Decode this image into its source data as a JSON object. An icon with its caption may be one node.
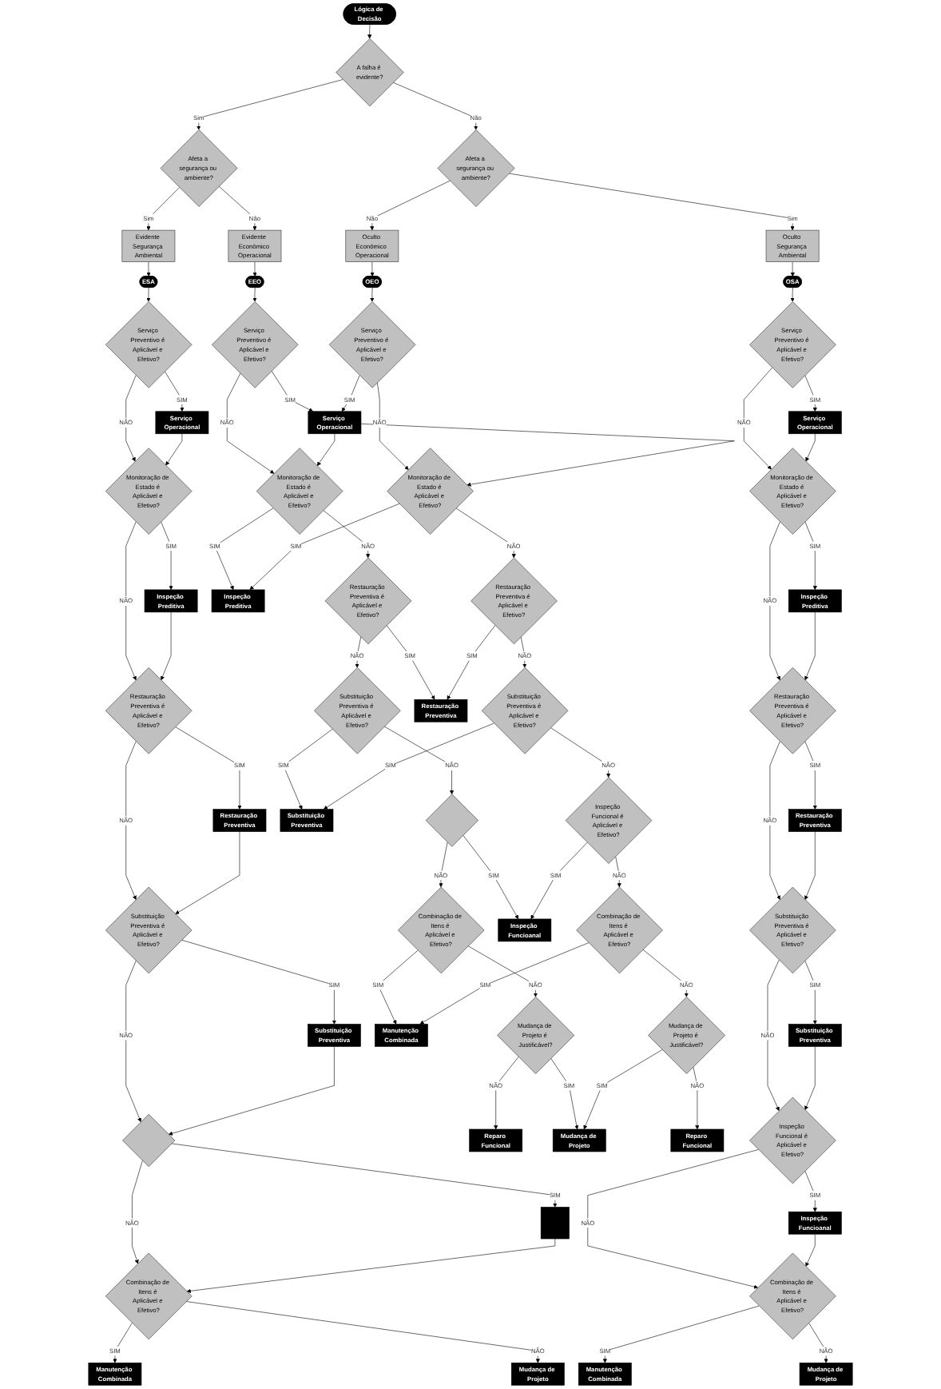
{
  "diagram": {
    "nodes": [
      {
        "text": [
          "Lógica de Decisão"
        ]
      },
      {
        "text": [
          "A falha é evidente?"
        ]
      },
      {
        "text": [
          "Afeta a segurança ou ambiente?"
        ]
      },
      {
        "text": [
          "Afeta a segurança ou ambiente?"
        ]
      },
      {
        "text": [
          "Evidente Segurança Ambiental"
        ]
      },
      {
        "text": [
          "Evidente Econômico Operacional"
        ]
      },
      {
        "text": [
          "Oculto Econômico Operacional"
        ]
      },
      {
        "text": [
          "Oculto Segurança Ambiental"
        ]
      },
      {
        "text": [
          "ESA"
        ]
      },
      {
        "text": [
          "EEO"
        ]
      },
      {
        "text": [
          "OEO"
        ]
      },
      {
        "text": [
          "OSA"
        ]
      },
      {
        "text": [
          "Serviço Operacional"
        ]
      },
      {
        "text": [
          "Serviço Preventivo é Aplicável e Efetivo?"
        ]
      },
      {
        "text": [
          "Serviço Preventivo é Aplicável e Efetivo?"
        ]
      },
      {
        "text": [
          "Serviço Operacional"
        ]
      },
      {
        "text": [
          "Serviço Preventivo é Aplicável e Efetivo?"
        ]
      },
      {
        "text": [
          "Serviço Preventivo é Aplicável e Efetivo?"
        ]
      },
      {
        "text": [
          "Serviço Operacional"
        ]
      },
      {
        "text": [
          "Inspeção Preditiva"
        ]
      },
      {
        "text": [
          "Monitoração de Estado é Aplicável e Efetivo?"
        ]
      },
      {
        "text": [
          "Monitoração de Estado é Aplicável e Efetivo?"
        ]
      },
      {
        "text": [
          "Inspeção Preditiva"
        ]
      },
      {
        "text": [
          "Monitoração de Estado é Aplicável e Efetivo?"
        ]
      },
      {
        "text": [
          "Monitoração de Estado é Aplicável e Efetivo?"
        ]
      },
      {
        "text": [
          "Inspeção Preditiva"
        ]
      },
      {
        "text": [
          "Restauração Preventiva"
        ]
      },
      {
        "text": [
          "Restauração Preventiva é Aplicável e Efetivo?"
        ]
      },
      {
        "text": [
          "Restauração Preventiva é Aplicável e Efetivo?"
        ]
      },
      {
        "text": [
          "Restauração Preventiva"
        ]
      },
      {
        "text": [
          "Restauração Preventiva é Aplicável e Efetivo?"
        ]
      },
      {
        "text": [
          "Restauração Preventiva é Aplicável e Efetivo?"
        ]
      },
      {
        "text": [
          "Restauração Preventiva"
        ]
      },
      {
        "text": [
          "Substituição Preventiva"
        ]
      },
      {
        "text": [
          "Substituição Preventiva é Aplicável e Efetivo?"
        ]
      },
      {
        "text": [
          "Substituição Preventiva é Aplicável e Efetivo?"
        ]
      },
      {
        "text": [
          "Substituição Preventiva"
        ]
      },
      {
        "text": [
          "Substituição Preventiva é Aplicável e Efetivo?"
        ]
      },
      {
        "text": [
          "Substituição Preventiva é Aplicável e Efetivo?"
        ]
      },
      {
        "text": [
          "Substituição Preventiva"
        ]
      },
      {
        "text": [],
        "shape": "box"
      },
      {
        "text": [],
        "shape": "diamond"
      },
      {
        "text": [],
        "shape": "diamond"
      },
      {
        "text": [
          "Inspeção Funcioanal"
        ]
      },
      {
        "text": [
          "Inspeção Funcional é Aplicável e Efetivo?"
        ]
      },
      {
        "text": [
          "Inspeção Funcional é Aplicável e Efetivo?"
        ]
      },
      {
        "text": [
          "Inspeção Funcioanal"
        ]
      },
      {
        "text": [
          "Manutenção Combinada"
        ]
      },
      {
        "text": [
          "Combinação de Itens é Aplicável e Efetivo?"
        ]
      },
      {
        "text": [
          "Combinação de Itens é Aplicável e Efetivo?"
        ]
      },
      {
        "text": [
          "Manutenção Combinada"
        ]
      },
      {
        "text": [
          "Combinação de Itens é Aplicável e Efetivo?"
        ]
      },
      {
        "text": [
          "Combinação de Itens é Aplicável e Efetivo?"
        ]
      },
      {
        "text": [
          "Manutenção Combinada"
        ]
      },
      {
        "text": [
          "Mudança de Projeto"
        ]
      },
      {
        "text": [
          "Mudança de Projeto é Justificável?"
        ]
      },
      {
        "text": [
          "Mudança de Projeto"
        ]
      },
      {
        "text": [
          "Mudança de Projeto é Justificável?"
        ]
      },
      {
        "text": [
          "Mudança de Projeto"
        ]
      },
      {
        "text": [
          "Reparo Funcional"
        ]
      },
      {
        "text": [
          "Reparo Funcional"
        ]
      }
    ],
    "edges": [
      {
        "from": 0,
        "to": 1,
        "arrow": "to"
      },
      {
        "from": 1,
        "to": 2,
        "arrow": "to",
        "label": "Sim"
      },
      {
        "from": 1,
        "to": 3,
        "arrow": "to",
        "label": "Não"
      },
      {
        "from": 2,
        "to": 4,
        "arrow": "to",
        "label": "Sim"
      },
      {
        "from": 2,
        "to": 5,
        "arrow": "to",
        "label": "Não"
      },
      {
        "from": 3,
        "to": 6,
        "arrow": "to",
        "label": "Não"
      },
      {
        "from": 3,
        "to": 7,
        "arrow": "to",
        "label": "Sim"
      },
      {
        "from": 4,
        "to": 8,
        "arrow": "to"
      },
      {
        "from": 5,
        "to": 9,
        "arrow": "to"
      },
      {
        "from": 6,
        "to": 10,
        "arrow": "to"
      },
      {
        "from": 7,
        "to": 11,
        "arrow": "to"
      },
      {
        "from": 8,
        "to": 13,
        "arrow": "to"
      },
      {
        "from": 13,
        "to": 12,
        "arrow": "to",
        "label": "SIM"
      },
      {
        "from": 13,
        "to": 20,
        "arrow": "to",
        "label": "NÃO"
      },
      {
        "from": 12,
        "to": 20,
        "arrow": "to"
      },
      {
        "from": 20,
        "to": 19,
        "arrow": "to",
        "label": "SIM"
      },
      {
        "from": 20,
        "to": 27,
        "arrow": "to",
        "label": "NÃO"
      },
      {
        "from": 19,
        "to": 27,
        "arrow": "to"
      },
      {
        "from": 27,
        "to": 26,
        "arrow": "to",
        "label": "SIM"
      },
      {
        "from": 27,
        "to": 34,
        "arrow": "to",
        "label": "NÃO"
      },
      {
        "from": 26,
        "to": 34,
        "arrow": "to"
      },
      {
        "from": 34,
        "to": 33,
        "arrow": "to",
        "label": "SIM"
      },
      {
        "from": 34,
        "to": 41,
        "arrow": "to",
        "label": "NÃO"
      },
      {
        "from": 33,
        "to": 41,
        "arrow": "to"
      },
      {
        "from": 41,
        "to": 40,
        "arrow": "to",
        "label": "SIM"
      },
      {
        "from": 41,
        "to": 48,
        "arrow": "to",
        "label": "NÃO"
      },
      {
        "from": 40,
        "to": 48,
        "arrow": "to"
      },
      {
        "from": 48,
        "to": 47,
        "arrow": "to",
        "label": "SIM"
      },
      {
        "from": 48,
        "to": 54,
        "arrow": "to",
        "label": "NÃO"
      },
      {
        "from": 9,
        "to": 14,
        "arrow": "to"
      },
      {
        "from": 14,
        "to": 15,
        "arrow": "to",
        "label": "SIM"
      },
      {
        "from": 14,
        "to": 21,
        "arrow": "to",
        "label": "NÃO"
      },
      {
        "from": 15,
        "to": 21,
        "arrow": "to"
      },
      {
        "from": 21,
        "to": 22,
        "arrow": "to",
        "label": "SIM"
      },
      {
        "from": 21,
        "to": 28,
        "arrow": "to",
        "label": "NÃO"
      },
      {
        "from": 28,
        "to": 29,
        "arrow": "to",
        "label": "SIM"
      },
      {
        "from": 28,
        "to": 35,
        "arrow": "to",
        "label": "NÃO"
      },
      {
        "from": 35,
        "to": 36,
        "arrow": "to",
        "label": "SIM"
      },
      {
        "from": 35,
        "to": 42,
        "arrow": "to",
        "label": "NÃO"
      },
      {
        "from": 42,
        "to": 43,
        "arrow": "to",
        "label": "SIM"
      },
      {
        "from": 42,
        "to": 49,
        "arrow": "to",
        "label": "NÃO"
      },
      {
        "from": 49,
        "to": 50,
        "arrow": "to",
        "label": "SIM"
      },
      {
        "from": 49,
        "to": 55,
        "arrow": "to",
        "label": "NÃO"
      },
      {
        "from": 55,
        "to": 56,
        "arrow": "to",
        "label": "SIM"
      },
      {
        "from": 55,
        "to": 59,
        "arrow": "to",
        "label": "NÃO"
      },
      {
        "from": 10,
        "to": 16,
        "arrow": "to"
      },
      {
        "from": 16,
        "to": 15,
        "arrow": "to",
        "label": "SIM"
      },
      {
        "from": 16,
        "to": 23,
        "arrow": "to",
        "label": "NÃO"
      },
      {
        "from": 15,
        "to": 23,
        "arrow": "to"
      },
      {
        "from": 23,
        "to": 22,
        "arrow": "to",
        "label": "SIM"
      },
      {
        "from": 23,
        "to": 30,
        "arrow": "to",
        "label": "NÃO"
      },
      {
        "from": 30,
        "to": 29,
        "arrow": "to",
        "label": "SIM"
      },
      {
        "from": 30,
        "to": 37,
        "arrow": "to",
        "label": "NÃO"
      },
      {
        "from": 37,
        "to": 36,
        "arrow": "to",
        "label": "SIM"
      },
      {
        "from": 37,
        "to": 44,
        "arrow": "to",
        "label": "NÃO"
      },
      {
        "from": 44,
        "to": 43,
        "arrow": "to",
        "label": "SIM"
      },
      {
        "from": 44,
        "to": 51,
        "arrow": "to",
        "label": "NÃO"
      },
      {
        "from": 51,
        "to": 50,
        "arrow": "to",
        "label": "SIM"
      },
      {
        "from": 51,
        "to": 57,
        "arrow": "to",
        "label": "NÃO"
      },
      {
        "from": 57,
        "to": 56,
        "arrow": "to",
        "label": "SIM"
      },
      {
        "from": 57,
        "to": 60,
        "arrow": "to",
        "label": "NÃO"
      },
      {
        "from": 11,
        "to": 17,
        "arrow": "to"
      },
      {
        "from": 17,
        "to": 18,
        "arrow": "to",
        "label": "SIM"
      },
      {
        "from": 17,
        "to": 24,
        "arrow": "to",
        "label": "NÃO"
      },
      {
        "from": 18,
        "to": 24,
        "arrow": "to"
      },
      {
        "from": 24,
        "to": 25,
        "arrow": "to",
        "label": "SIM"
      },
      {
        "from": 24,
        "to": 31,
        "arrow": "to",
        "label": "NÃO"
      },
      {
        "from": 25,
        "to": 31,
        "arrow": "to"
      },
      {
        "from": 31,
        "to": 32,
        "arrow": "to",
        "label": "SIM"
      },
      {
        "from": 31,
        "to": 38,
        "arrow": "to",
        "label": "NÃO"
      },
      {
        "from": 32,
        "to": 38,
        "arrow": "to"
      },
      {
        "from": 38,
        "to": 39,
        "arrow": "to",
        "label": "SIM"
      },
      {
        "from": 38,
        "to": 45,
        "arrow": "to",
        "label": "NÃO"
      },
      {
        "from": 39,
        "to": 45,
        "arrow": "to"
      },
      {
        "from": 45,
        "to": 46,
        "arrow": "to",
        "label": "SIM"
      },
      {
        "from": 45,
        "to": 52,
        "arrow": "to",
        "label": "NÃO"
      },
      {
        "from": 46,
        "to": 52,
        "arrow": "to"
      },
      {
        "from": 52,
        "to": 53,
        "arrow": "to",
        "label": "SIM"
      },
      {
        "from": 52,
        "to": 58,
        "arrow": "to",
        "label": "NÃO"
      }
    ]
  }
}
